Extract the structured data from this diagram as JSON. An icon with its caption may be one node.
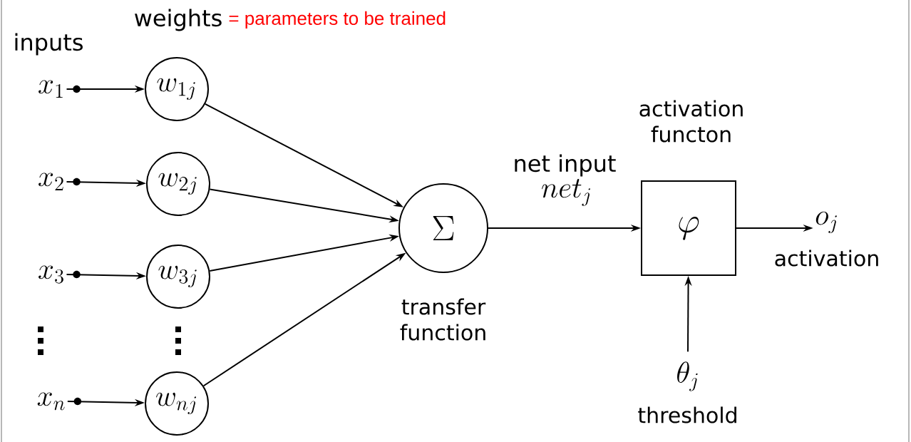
{
  "diagram": {
    "nodes": [
      {
        "text": [
          "x_1"
        ]
      },
      {
        "text": [
          "x_2"
        ]
      },
      {
        "text": [
          "x_3"
        ]
      },
      {
        "text": [
          "x_n"
        ]
      },
      {
        "text": [
          "w_{1j}"
        ]
      },
      {
        "text": [
          "w_{2j}"
        ]
      },
      {
        "text": [
          "w_{3j}"
        ]
      },
      {
        "text": [
          "w_{nj}"
        ]
      },
      {
        "text": [
          "\\Sigma"
        ],
        "beside": [
          "transfer function"
        ]
      },
      {
        "text": [
          "\\varphi"
        ],
        "beside": [
          "activation functon"
        ]
      },
      {
        "text": [
          "o_j"
        ],
        "beside": [
          "activation"
        ]
      },
      {
        "text": [
          "\\theta_j"
        ],
        "beside": [
          "threshold"
        ]
      }
    ],
    "edges": [
      {
        "from": 0,
        "to": 4,
        "arrow": "to"
      },
      {
        "from": 1,
        "to": 5,
        "arrow": "to"
      },
      {
        "from": 2,
        "to": 6,
        "arrow": "to"
      },
      {
        "from": 3,
        "to": 7,
        "arrow": "to"
      },
      {
        "from": 4,
        "to": 8,
        "arrow": "to"
      },
      {
        "from": 5,
        "to": 8,
        "arrow": "to"
      },
      {
        "from": 6,
        "to": 8,
        "arrow": "to"
      },
      {
        "from": 7,
        "to": 8,
        "arrow": "to"
      },
      {
        "from": 8,
        "to": 9,
        "arrow": "to",
        "label": "net input"
      },
      {
        "from": 9,
        "to": 10,
        "arrow": "to"
      },
      {
        "from": 11,
        "to": 9,
        "arrow": "to"
      }
    ],
    "labels": [
      "weights",
      "= parameters to be trained",
      "inputs",
      "net_j"
    ]
  }
}
